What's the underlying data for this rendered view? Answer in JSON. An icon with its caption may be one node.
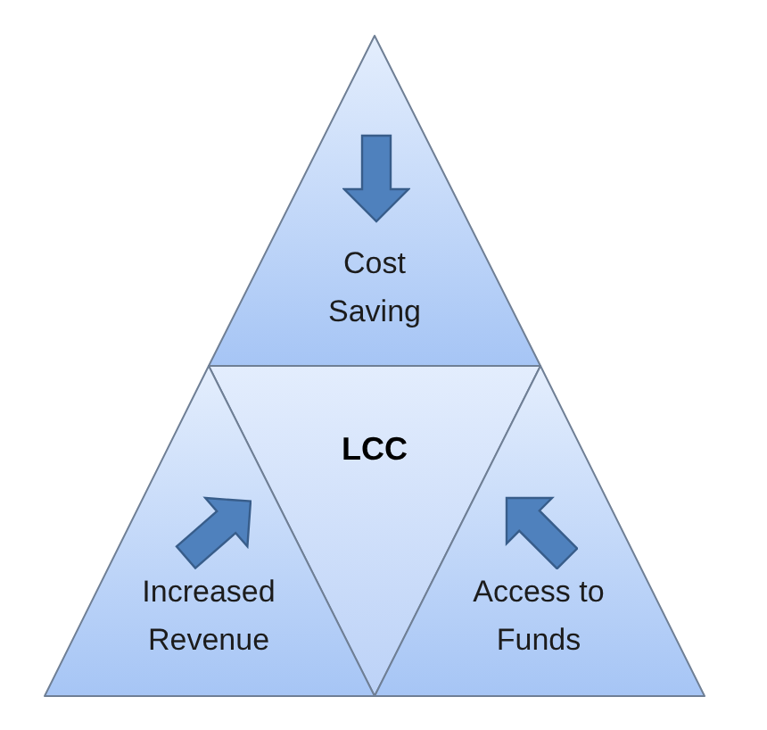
{
  "diagram": {
    "nodes": [
      {
        "text": [
          "Cost Saving"
        ]
      },
      {
        "text": [
          "LCC"
        ]
      },
      {
        "text": [
          "Increased Revenue"
        ]
      },
      {
        "text": [
          "Access to Funds"
        ]
      }
    ]
  }
}
